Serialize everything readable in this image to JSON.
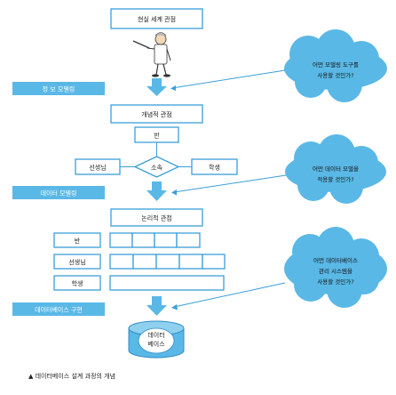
{
  "stages": {
    "real_world": "현실 세계 관점",
    "conceptual": "개념적 관점",
    "logical": "논리적 관점",
    "db": "데이터 베이스"
  },
  "phases": {
    "info_modeling": "정 보 모델링",
    "data_modeling": "데이터 모델링",
    "db_impl": "데이터베이스 구현"
  },
  "entities": {
    "class": "반",
    "teacher": "선생님",
    "belongs": "소속",
    "student": "학생"
  },
  "questions": {
    "q1_line1": "어떤 모델링 도구를",
    "q1_line2": "사용할 것인가?",
    "q2_line1": "어떤 데이터 모델을",
    "q2_line2": "적용할 것인가?",
    "q3_line1": "어떤 데이터베이스",
    "q3_line2": "관리 시스템을",
    "q3_line3": "사용할 것인가?"
  },
  "caption": "▲ 데이터베이스 설계 과정의 개념",
  "colors": {
    "accent": "#5ab8e6",
    "outline": "#3b9fd8"
  }
}
